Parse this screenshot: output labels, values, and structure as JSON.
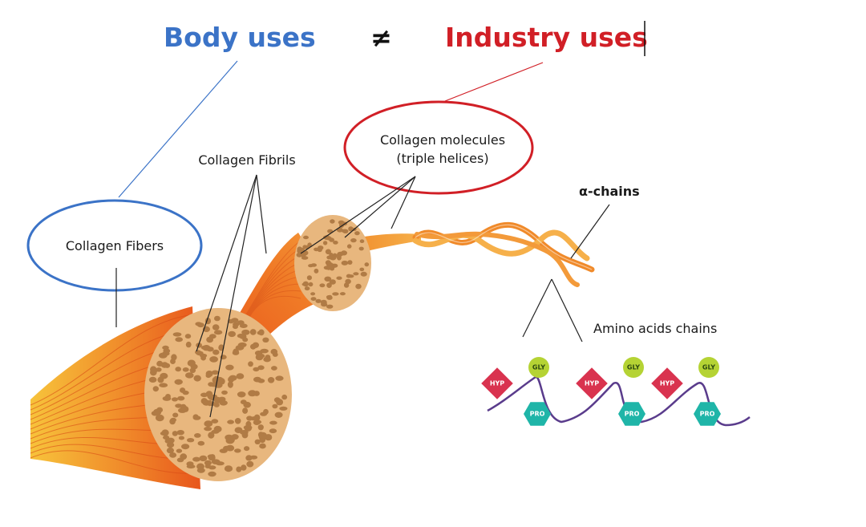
{
  "header": {
    "left_title": "Body uses",
    "not_equal": "≠",
    "right_title": "Industry uses"
  },
  "labels": {
    "collagen_fibers": "Collagen Fibers",
    "collagen_fibrils": "Collagen Fibrils",
    "collagen_molecules_line1": "Collagen molecules",
    "collagen_molecules_line2": "(triple helices)",
    "alpha_chains": "α-chains",
    "amino_acid_chains": "Amino acids chains"
  },
  "amino_acids": {
    "hyp": "HYP",
    "gly": "GLY",
    "pro": "PRO"
  },
  "colors": {
    "body_blue": "#3b73c7",
    "industry_red": "#d11f26",
    "fiber_orange": "#f06a1f",
    "fiber_yellow": "#f7c33b",
    "bundle_tan": "#e8b77e",
    "bundle_dot": "#b07b45",
    "hyp_red": "#d9334f",
    "gly_green": "#b5d334",
    "pro_teal": "#1fb5a8",
    "chain_purple": "#5a3c8c"
  },
  "icons": [
    "collagen-fiber-bundle",
    "collagen-fibril-bundle",
    "triple-helix",
    "amino-acid-chain"
  ]
}
